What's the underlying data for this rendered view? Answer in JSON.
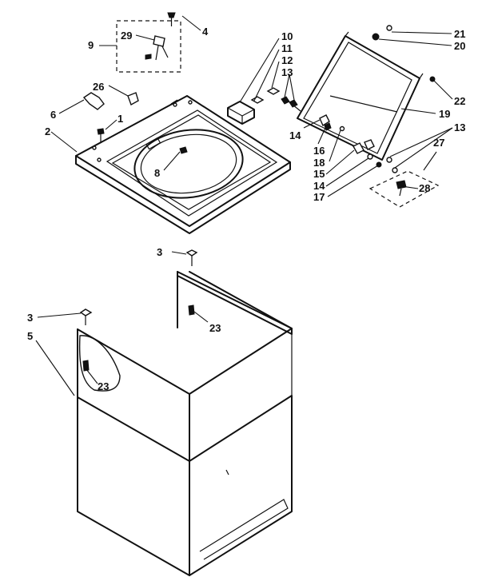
{
  "callouts": {
    "c1": "1",
    "c2": "2",
    "c3a": "3",
    "c3b": "3",
    "c4": "4",
    "c5": "5",
    "c6": "6",
    "c8": "8",
    "c9": "9",
    "c10": "10",
    "c11": "11",
    "c12": "12",
    "c13a": "13",
    "c13b": "13",
    "c14a": "14",
    "c14b": "14",
    "c15": "15",
    "c16": "16",
    "c17": "17",
    "c18": "18",
    "c19": "19",
    "c20": "20",
    "c21": "21",
    "c22": "22",
    "c23a": "23",
    "c23b": "23",
    "c26": "26",
    "c27": "27",
    "c28": "28",
    "c29": "29"
  }
}
